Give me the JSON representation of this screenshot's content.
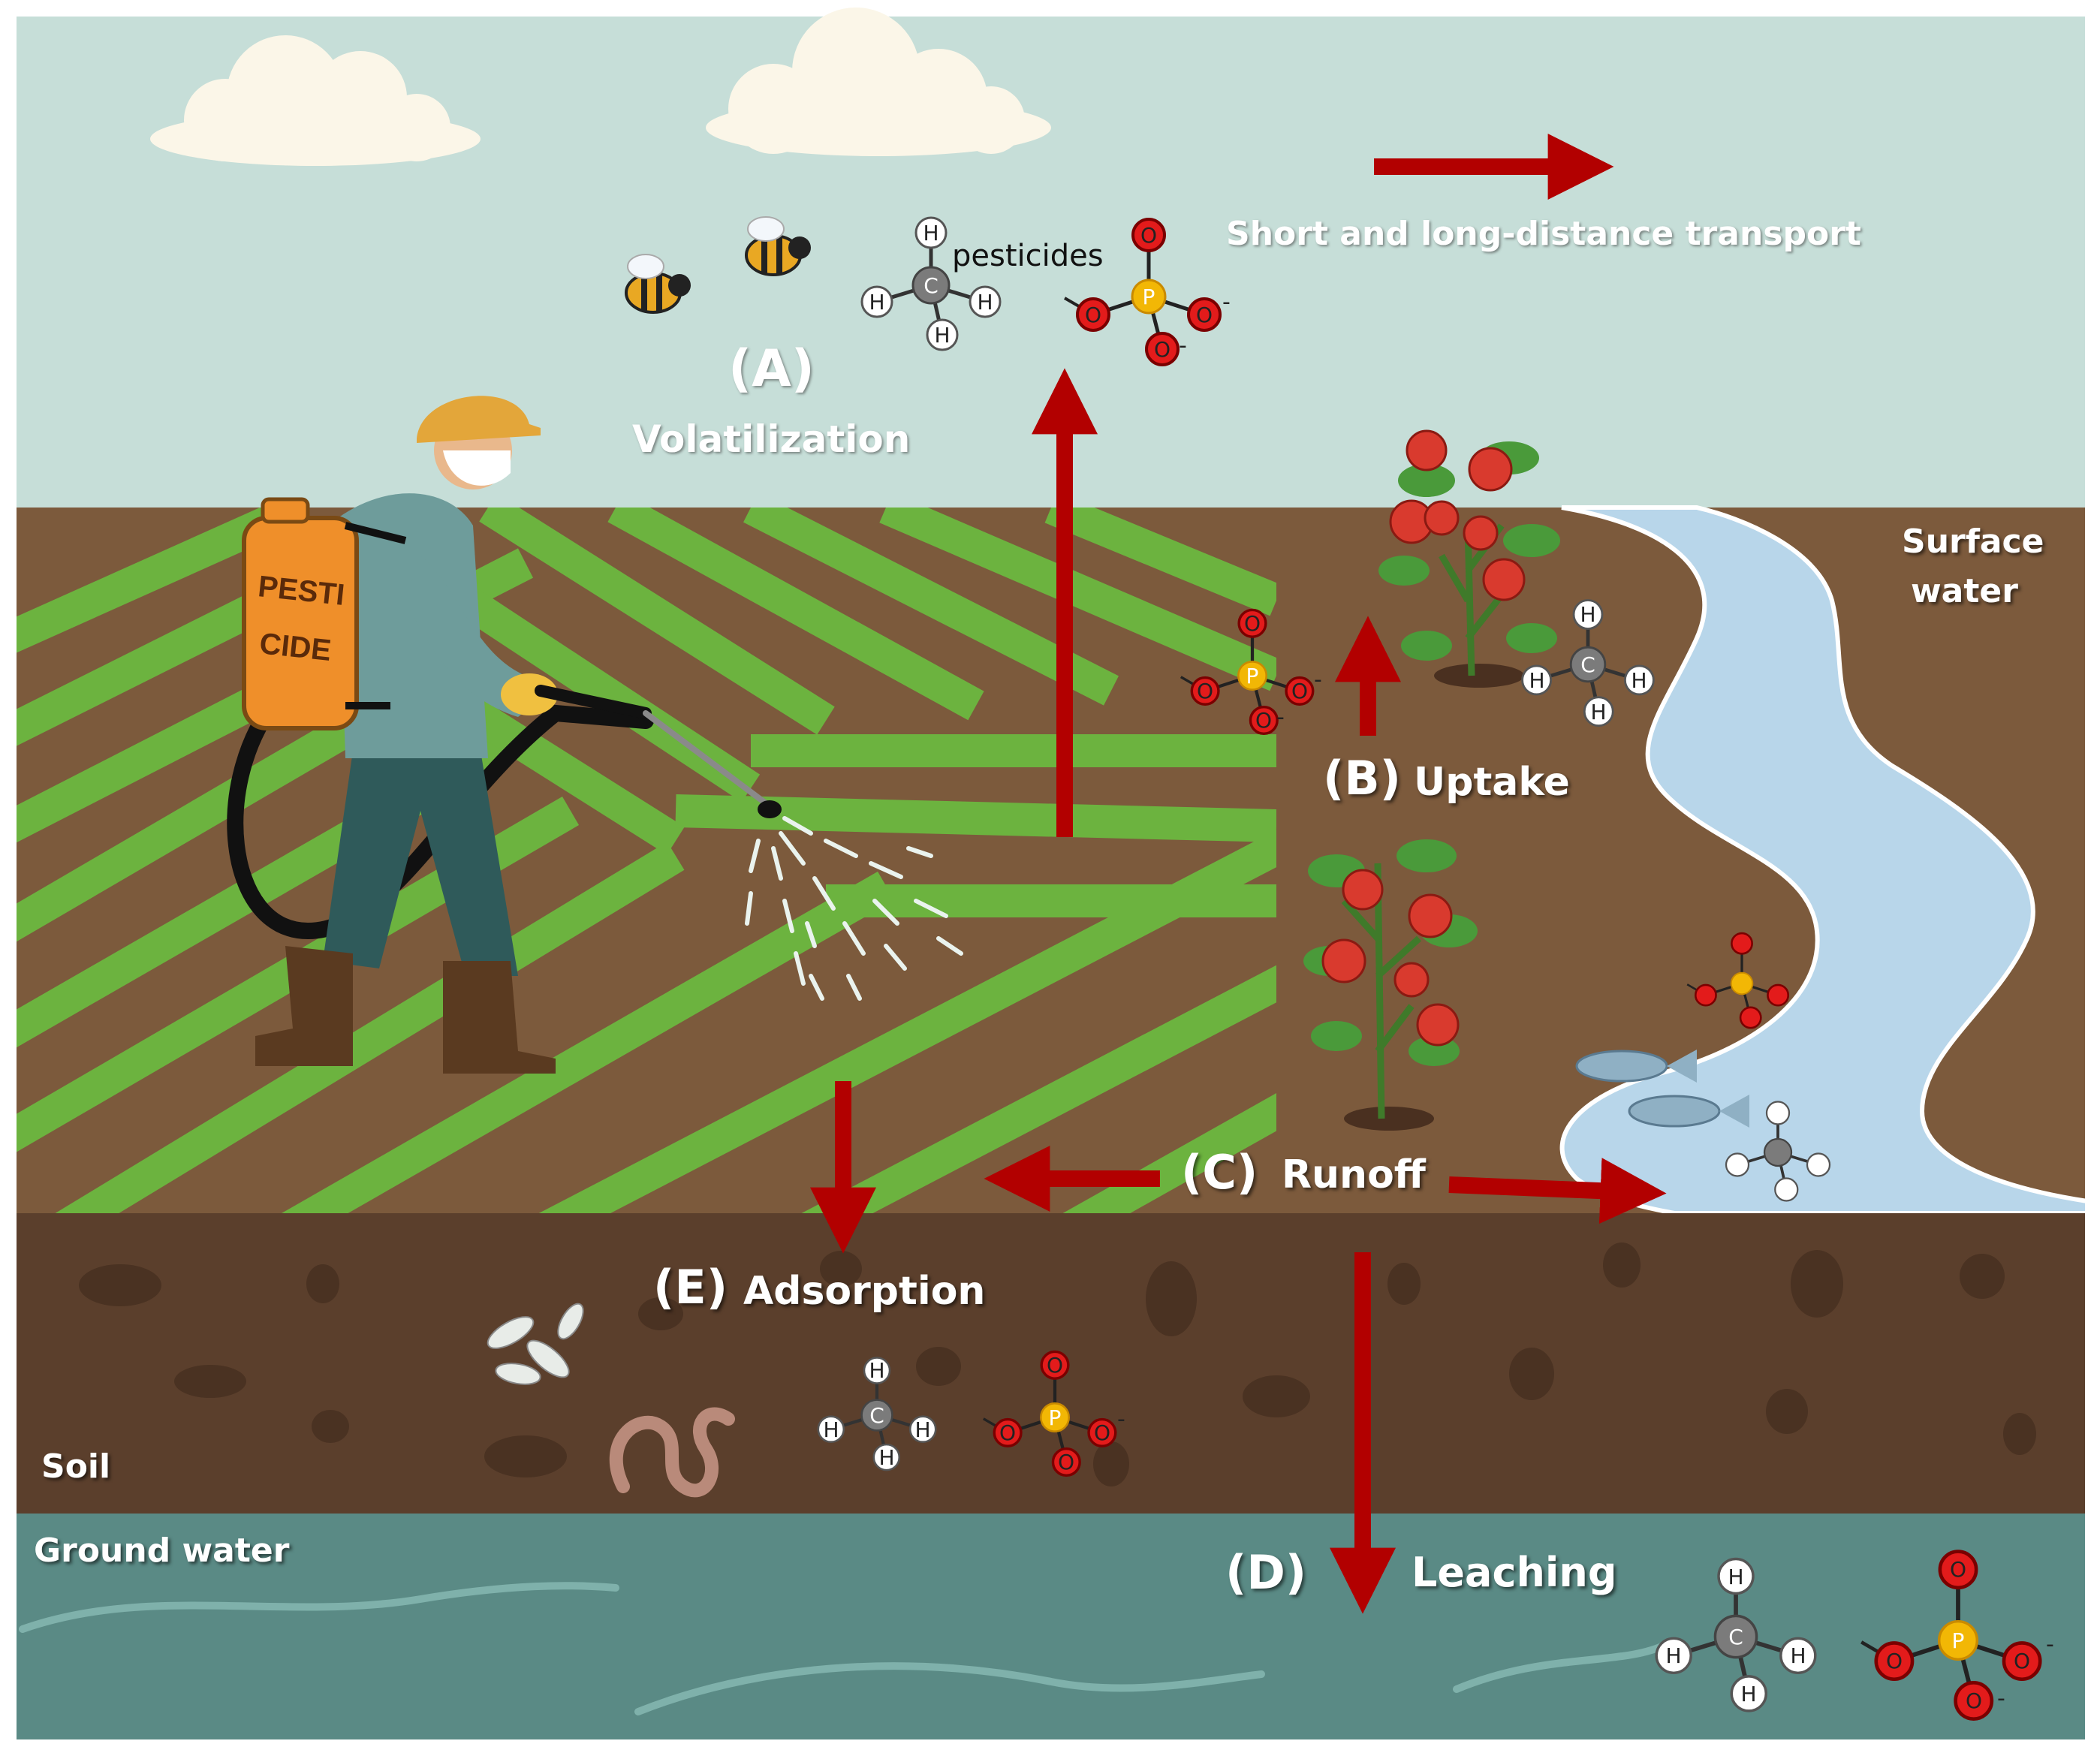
{
  "labels": {
    "short_long": "Short and long-distance transport",
    "pesticides": "pesticides",
    "a_letter": "(A)",
    "volatilization": "Volatilization",
    "surface_water_1": "Surface",
    "surface_water_2": "water",
    "b_letter": "(B)",
    "uptake": "Uptake",
    "c_letter": "(C)",
    "runoff": "Runoff",
    "e_letter": "(E)",
    "adsorption": "Adsorption",
    "soil": "Soil",
    "ground_water": "Ground water",
    "d_letter": "(D)",
    "leaching": "Leaching",
    "tank_line1": "PESTI",
    "tank_line2": "CIDE"
  },
  "molecule": {
    "hydrogen": "H",
    "carbon": "C",
    "phosphorus": "P",
    "oxygen": "O",
    "charge": "-"
  },
  "colors": {
    "sky": "#c6ded8",
    "field_brown": "#7c5a3c",
    "field_green": "#6cb33f",
    "soil": "#5b3f2c",
    "ground_water": "#5a8a85",
    "river": "#b8d6ea",
    "arrow": "#b20000",
    "oxygen": "#e31b1b",
    "phosphorus": "#f2b705",
    "carbon": "#7b7b7b"
  }
}
